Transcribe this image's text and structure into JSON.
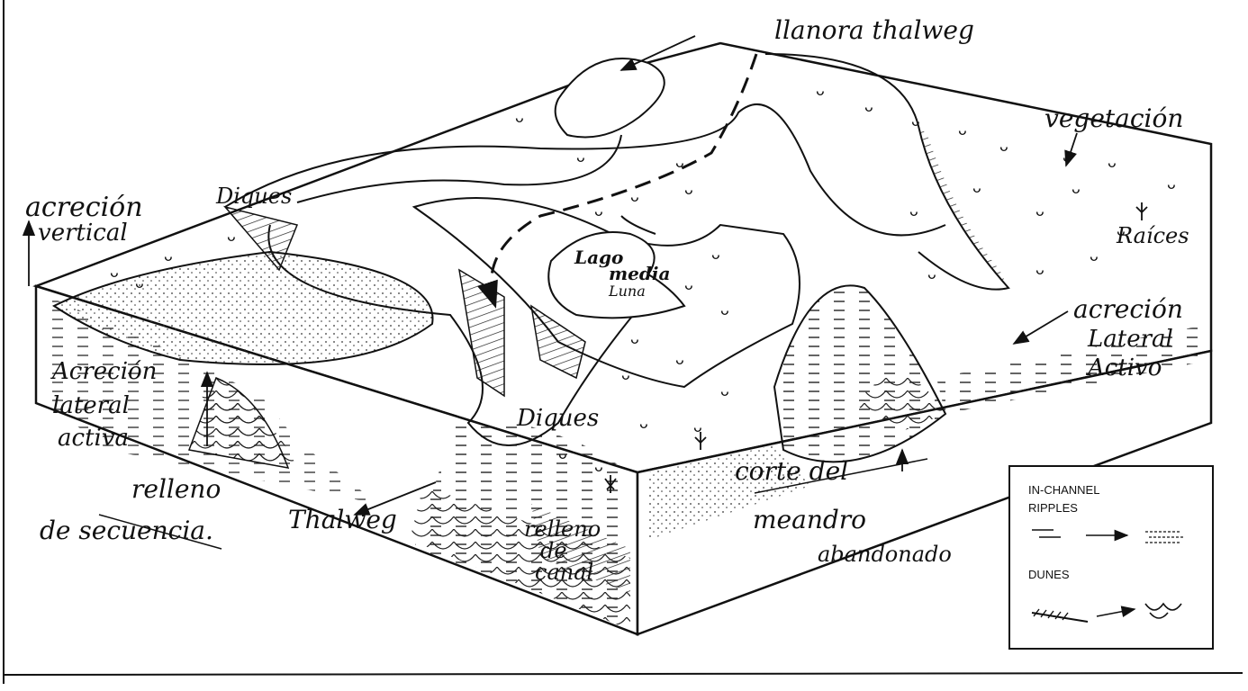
{
  "labels": {
    "llanura_thalweg": "llanora thalweg",
    "vegetacion": "vegetación",
    "acrecion_vertical_1": "acreción",
    "acrecion_vertical_2": "vertical",
    "diques_top": "Diques",
    "lago_1": "Lago",
    "lago_2": "media",
    "lago_3": "Luna",
    "raices": "Raíces",
    "acrecion_lateral_activo_1": "acreción",
    "acrecion_lateral_activo_2": "Lateral",
    "acrecion_lateral_activo_3": "Activo",
    "acrecion_lateral_activa_1": "Acreción",
    "acrecion_lateral_activa_2": "lateral",
    "acrecion_lateral_activa_3": "activa",
    "diques_front": "Diques",
    "relleno_secuencia_1": "relleno",
    "relleno_secuencia_2": "de secuencia.",
    "thalweg": "Thalweg",
    "relleno_canal_1": "relleno",
    "relleno_canal_2": "de",
    "relleno_canal_3": "canal",
    "corte_meandro_1": "corte del",
    "corte_meandro_2": "meandro",
    "corte_meandro_3": "abandonado"
  },
  "legend": {
    "in_channel": "IN-CHANNEL",
    "ripples": "RIPPLES",
    "dunes": "DUNES"
  }
}
